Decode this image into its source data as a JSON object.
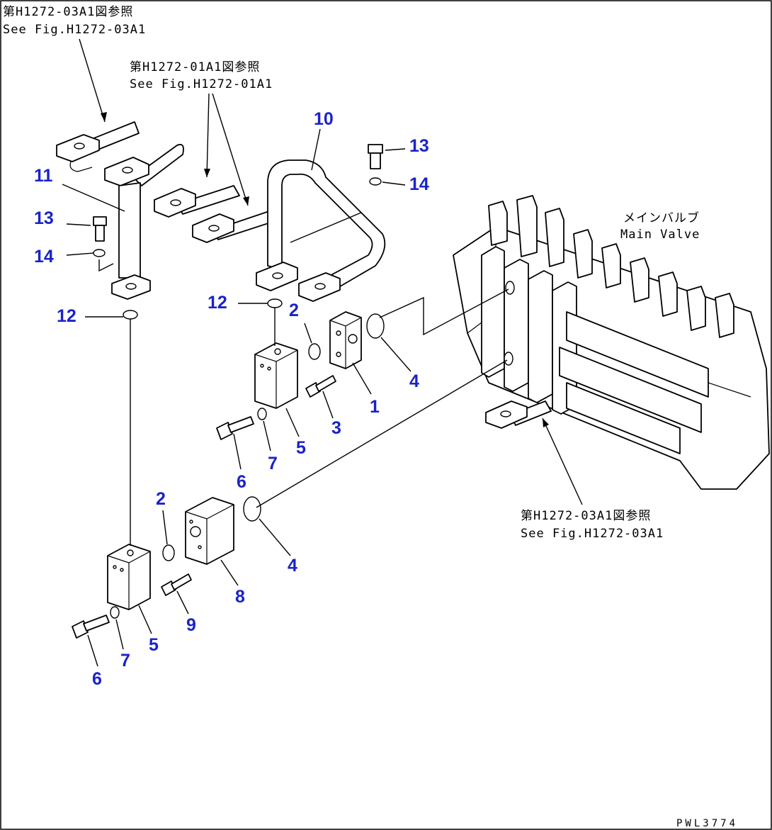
{
  "references": {
    "top_left": {
      "jp": "第H1272-03A1図参照",
      "en": "See Fig.H1272-03A1"
    },
    "top_mid": {
      "jp": "第H1272-01A1図参照",
      "en": "See Fig.H1272-01A1"
    },
    "right": {
      "jp": "第H1272-03A1図参照",
      "en": "See Fig.H1272-03A1"
    }
  },
  "main_valve": {
    "jp": "メインバルブ",
    "en": "Main Valve"
  },
  "callouts": {
    "c10": "10",
    "c11": "11",
    "c13a": "13",
    "c14a": "14",
    "c13b": "13",
    "c14b": "14",
    "c12a": "12",
    "c12b": "12",
    "c2a": "2",
    "c2b": "2",
    "c1": "1",
    "c3": "3",
    "c4a": "4",
    "c4b": "4",
    "c5a": "5",
    "c5b": "5",
    "c6a": "6",
    "c6b": "6",
    "c7a": "7",
    "c7b": "7",
    "c8": "8",
    "c9": "9"
  },
  "drawing_code": "PWL3774",
  "colors": {
    "callout": "#1a23c8",
    "line": "#000000",
    "background": "#ffffff"
  }
}
